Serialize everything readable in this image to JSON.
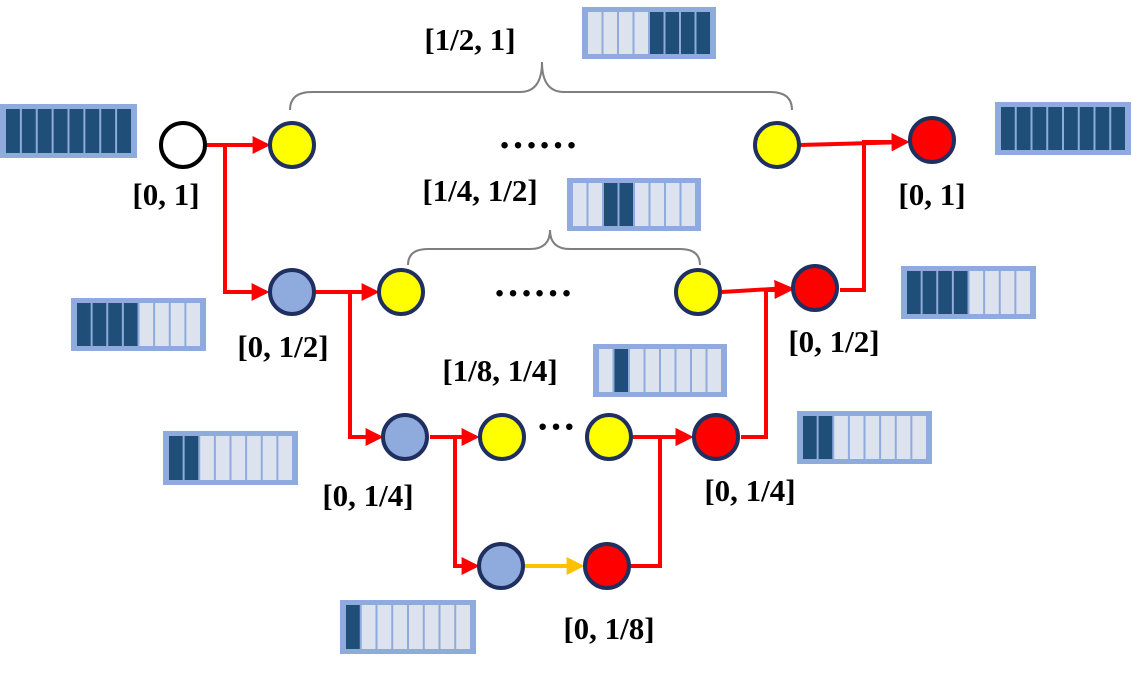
{
  "colors": {
    "edge_red": "#ff0000",
    "edge_yellow": "#ffc000",
    "node_start_fill": "#ffffff",
    "node_start_stroke": "#000000",
    "node_yellow": "#ffff00",
    "node_blue": "#8faadc",
    "node_red": "#ff0000",
    "node_stroke": "#1f2f5f",
    "bar_frame": "#8faadc",
    "bar_filled": "#1f4e79",
    "bar_empty": "#dde3ee",
    "brace": "#7f7f7f"
  },
  "labels": {
    "top_range": "[1/2, 1]",
    "start": "[0, 1]",
    "end": "[0, 1]",
    "mid_range": "[1/4, 1/2]",
    "l2_left": "[0, 1/2]",
    "l2_right": "[0, 1/2]",
    "l3_range": "[1/8, 1/4]",
    "l3_left": "[0, 1/4]",
    "l3_right": "[0, 1/4]",
    "bottom": "[0, 1/8]",
    "ellipsis_top": "……",
    "ellipsis_mid": "……",
    "ellipsis_low": "···"
  },
  "bars": {
    "top_range_filled": [
      5,
      6,
      7,
      8
    ],
    "start_filled": [
      1,
      2,
      3,
      4,
      5,
      6,
      7,
      8
    ],
    "end_filled": [
      1,
      2,
      3,
      4,
      5,
      6,
      7,
      8
    ],
    "mid_range_filled": [
      3,
      4
    ],
    "l2_left_filled": [
      1,
      2,
      3,
      4
    ],
    "l2_right_filled": [
      1,
      2,
      3,
      4
    ],
    "l3_range_filled": [
      2
    ],
    "l3_left_filled": [
      1,
      2
    ],
    "l3_right_filled": [
      1,
      2
    ],
    "bottom_filled": [
      1
    ]
  }
}
